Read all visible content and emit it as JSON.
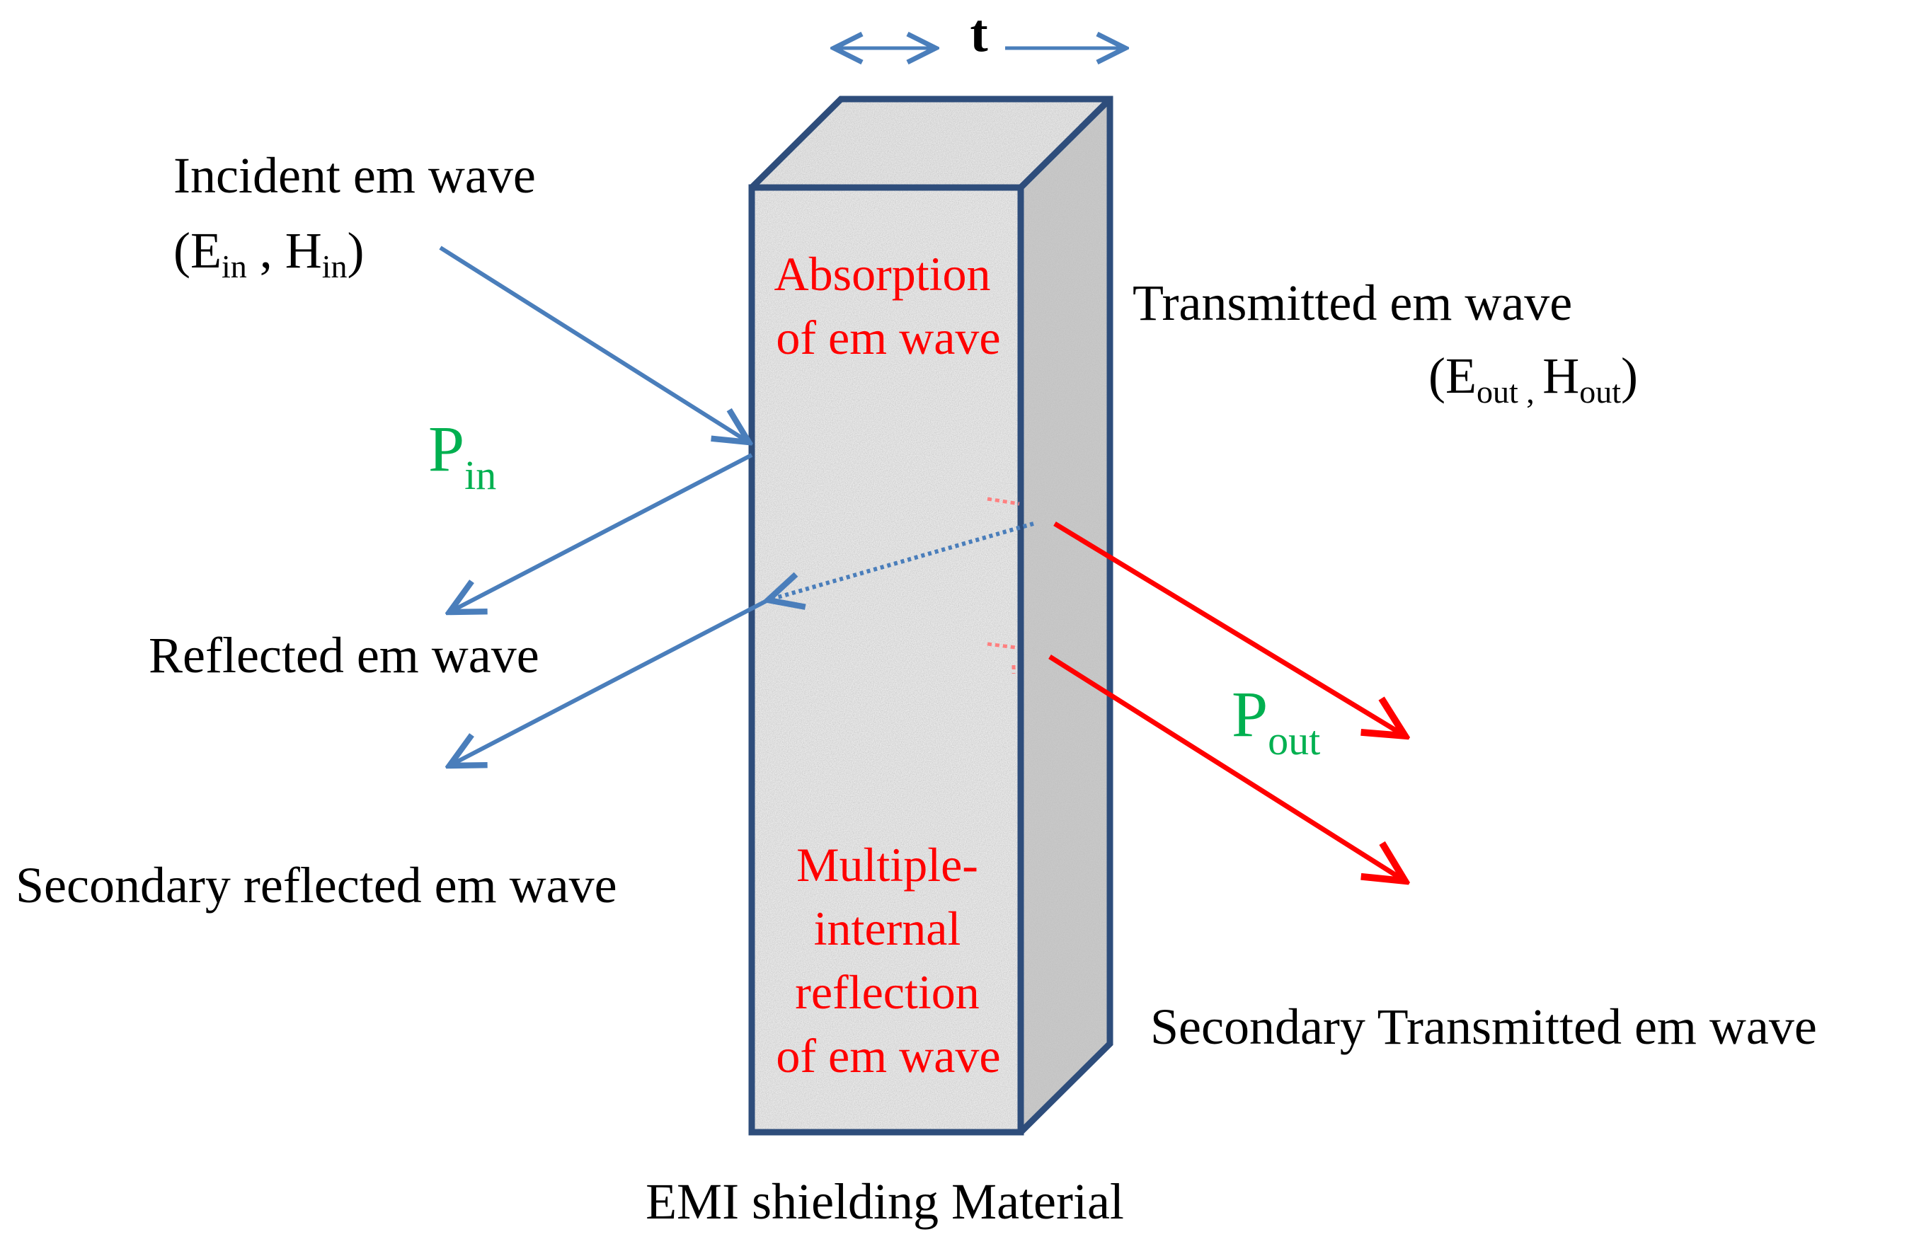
{
  "thickness_label": "t",
  "incident": {
    "line1": "Incident em wave",
    "paren_open": "(E",
    "e_sub": "in",
    "sep": " , H",
    "h_sub": "in",
    "paren_close": ")"
  },
  "transmitted": {
    "line1": "Transmitted em wave",
    "paren_open": "(E",
    "e_sub": "out",
    "sep": " , ",
    "h": "H",
    "h_sub": "out",
    "paren_close": ")"
  },
  "p_in": {
    "base": "P",
    "sub": "in"
  },
  "p_out": {
    "base": "P",
    "sub": "out"
  },
  "reflected": "Reflected em wave",
  "secondary_reflected": "Secondary reflected em wave",
  "secondary_transmitted": "Secondary Transmitted em wave",
  "absorption": {
    "line1": "Absorption",
    "line2": "of em wave"
  },
  "multiple": {
    "line1": "Multiple-",
    "line2": "internal",
    "line3": "reflection",
    "line4": "of em wave"
  },
  "material_label": "EMI shielding Material",
  "colors": {
    "blue_arrow": "#4a7ebb",
    "red_arrow": "#ff0000",
    "green_label": "#00b050",
    "red_text": "#ff0000",
    "slab_outline": "#2e4d7b",
    "text": "#000000"
  }
}
